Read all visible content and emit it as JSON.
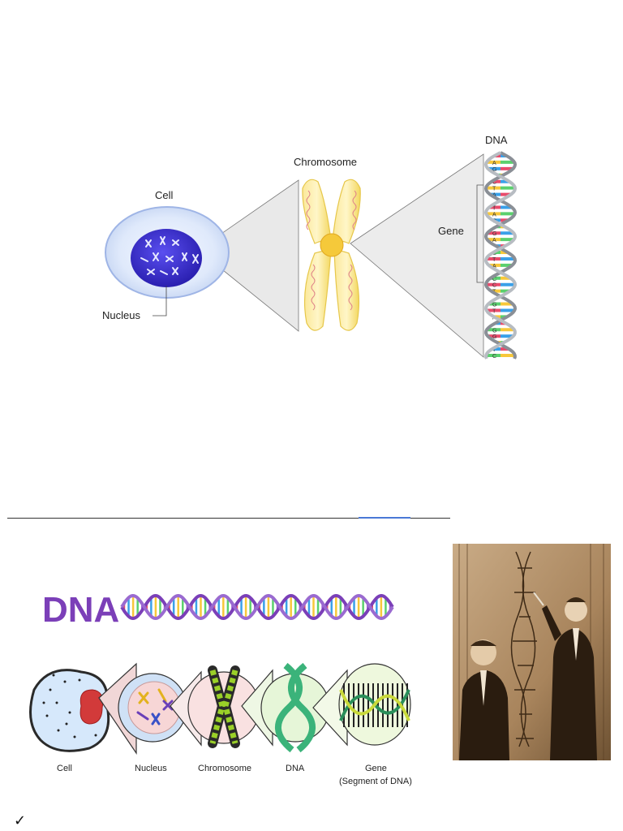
{
  "figure_top": {
    "labels": {
      "cell": "Cell",
      "nucleus": "Nucleus",
      "chromosome": "Chromosome",
      "dna": "DNA",
      "gene": "Gene"
    },
    "base_letters": [
      "T",
      "A",
      "G",
      "C",
      "C",
      "T",
      "A",
      "G",
      "T",
      "A",
      "C",
      "G",
      "G",
      "A",
      "T",
      "C"
    ]
  },
  "figure_bottom": {
    "title": "DNA",
    "labels": {
      "cell": "Cell",
      "nucleus": "Nucleus",
      "chromosome": "Chromosome",
      "dna": "DNA",
      "gene": "Gene",
      "gene_note": "(Segment of DNA)"
    }
  },
  "colors": {
    "nucleus_purple": "#3b2fd6",
    "chromosome_yellow": "#f9e27a",
    "dna_title_purple": "#7b3fb8",
    "photo_sepia": "#8a6a44",
    "divider_accent": "#4a78d6"
  },
  "icons": {
    "list_marker": "checkmark-icon"
  }
}
